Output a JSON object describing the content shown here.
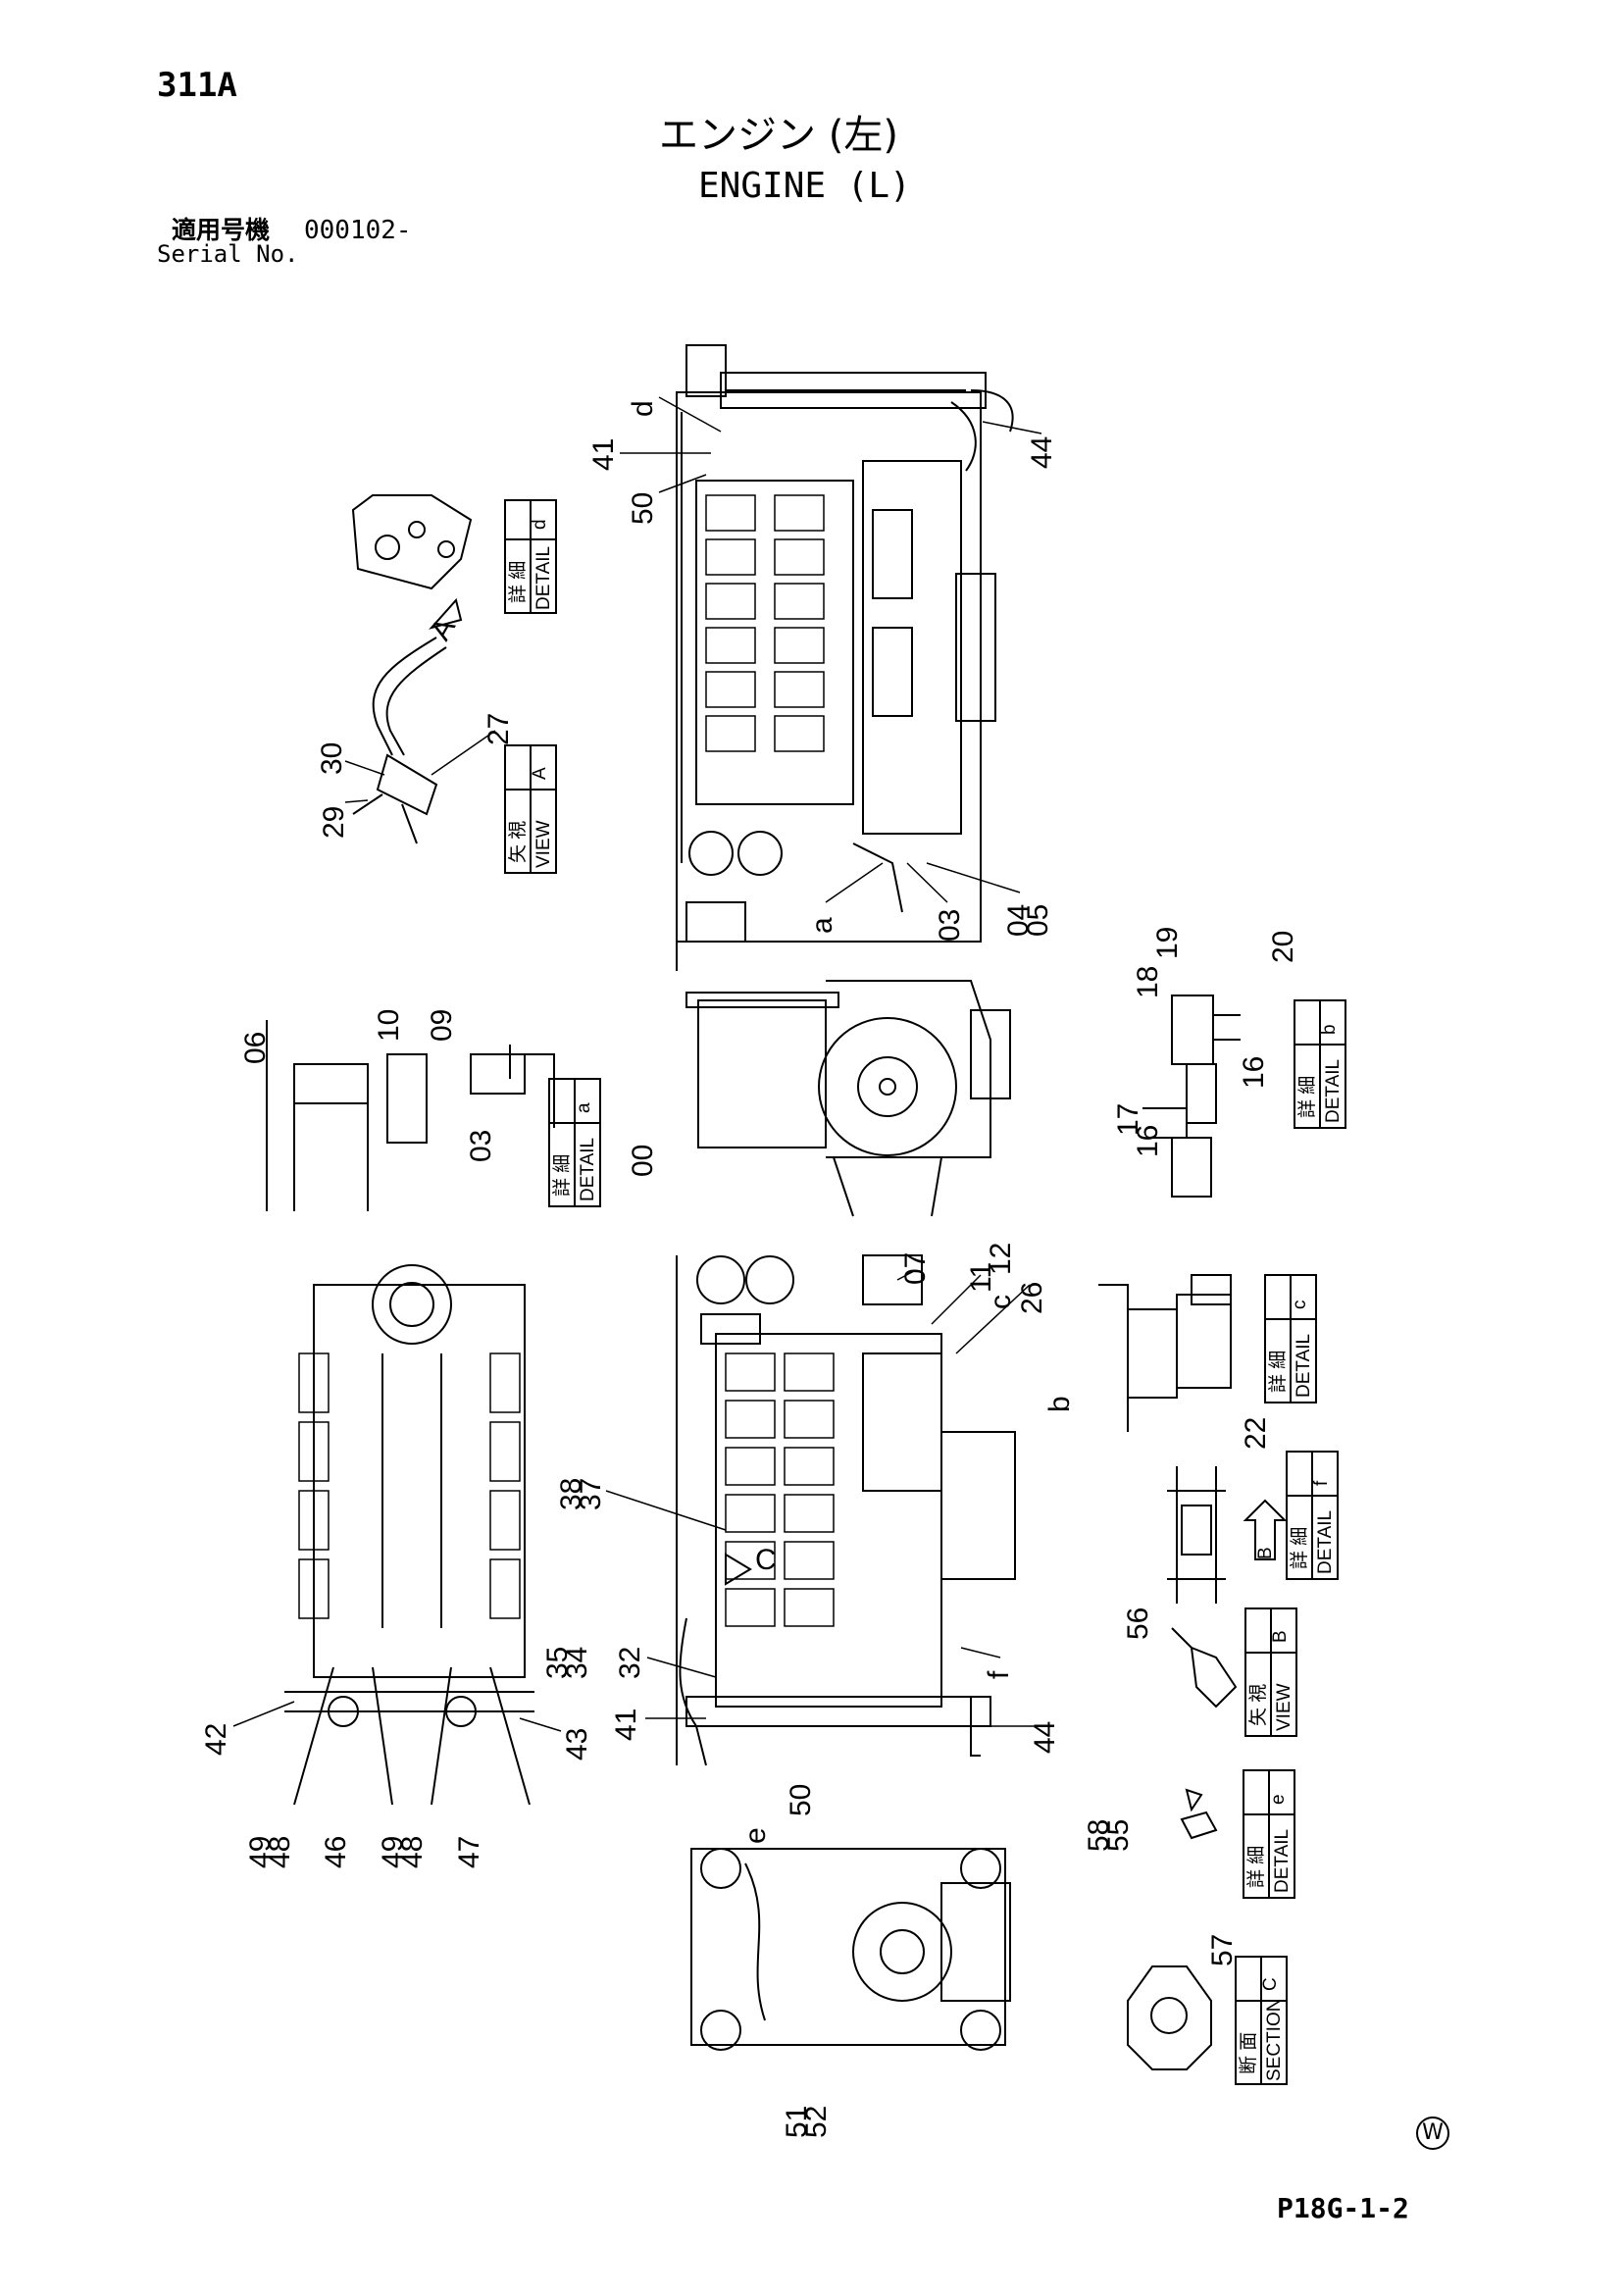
{
  "header": {
    "page_id": "311A",
    "title_jp": "エンジン (左)",
    "title_en": "ENGINE (L)",
    "serial_label_jp": "適用号機",
    "serial_value": "000102-",
    "serial_label_en": "Serial No."
  },
  "footer": {
    "page_code": "P18G-1-2",
    "circle_mark": "W"
  },
  "views": {
    "detail_d": {
      "jp": "詳 細",
      "en": "DETAIL",
      "letter": "d"
    },
    "view_a": {
      "jp": "矢 視",
      "en": "VIEW",
      "letter": "A"
    },
    "detail_a": {
      "jp": "詳 細",
      "en": "DETAIL",
      "letter": "a"
    },
    "detail_b": {
      "jp": "詳 細",
      "en": "DETAIL",
      "letter": "b"
    },
    "detail_c": {
      "jp": "詳 細",
      "en": "DETAIL",
      "letter": "c"
    },
    "detail_f": {
      "jp": "詳 細",
      "en": "DETAIL",
      "letter": "f"
    },
    "view_b": {
      "jp": "矢 視",
      "en": "VIEW",
      "letter": "B"
    },
    "detail_e": {
      "jp": "詳 細",
      "en": "DETAIL",
      "letter": "e"
    },
    "section_c": {
      "jp": "断 面",
      "en": "SECTION",
      "letter": "C"
    }
  },
  "callouts": [
    "d",
    "41",
    "50",
    "44",
    "a",
    "03",
    "04",
    "05",
    "27",
    "30",
    "29",
    "18",
    "19",
    "20",
    "16",
    "17",
    "16",
    "06",
    "10",
    "09",
    "03",
    "00",
    "07",
    "11",
    "12",
    "c",
    "26",
    "b",
    "38",
    "37",
    "35",
    "34",
    "32",
    "41",
    "50",
    "44",
    "f",
    "22",
    "42",
    "43",
    "49",
    "48",
    "46",
    "49",
    "48",
    "47",
    "56",
    "58",
    "55",
    "e",
    "51",
    "52",
    "57"
  ],
  "markers": {
    "view_a_arrow": "A",
    "view_b_arrow": "B",
    "section_c": "C"
  }
}
